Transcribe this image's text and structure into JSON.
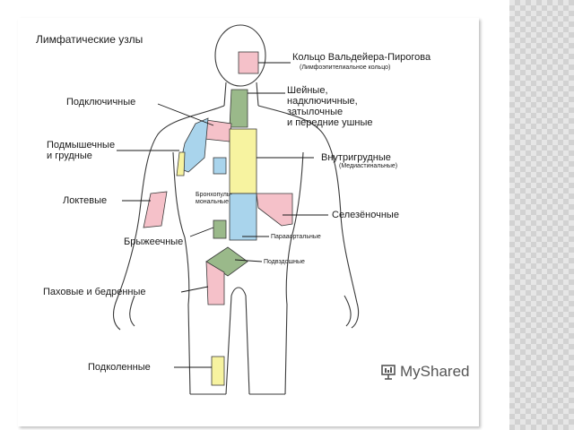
{
  "title": "Лимфатические узлы",
  "labels": {
    "waldeyer": "Кольцо Вальдейера-Пирогова",
    "waldeyer_sub": "(Лимфоэпителиальное кольцо)",
    "cervical": [
      "Шейные,",
      "надключичные,",
      "затылочные",
      "и передние ушные"
    ],
    "subclavian": "Подключичные",
    "axillary": [
      "Подмышечные",
      "и грудные"
    ],
    "intrathoracic": "Внутригрудные",
    "intrathoracic_sub": "(Медиастинальные)",
    "cubital": "Локтевые",
    "bronchopulmonary": [
      "Бронхопуль-",
      "мональные"
    ],
    "splenic": "Селезёночные",
    "mesenteric": "Брыжеечные",
    "paraaortic": "Парааортальные",
    "iliac": "Подвздошные",
    "inguinal": "Паховые и бедренные",
    "popliteal": "Подколенные"
  },
  "logo": {
    "text": "MyShared"
  },
  "colors": {
    "pink": "#f5c1c9",
    "green": "#9ab98a",
    "yellow": "#f7f3a0",
    "blue": "#a9d4ec",
    "outline": "#3a3a3a"
  }
}
